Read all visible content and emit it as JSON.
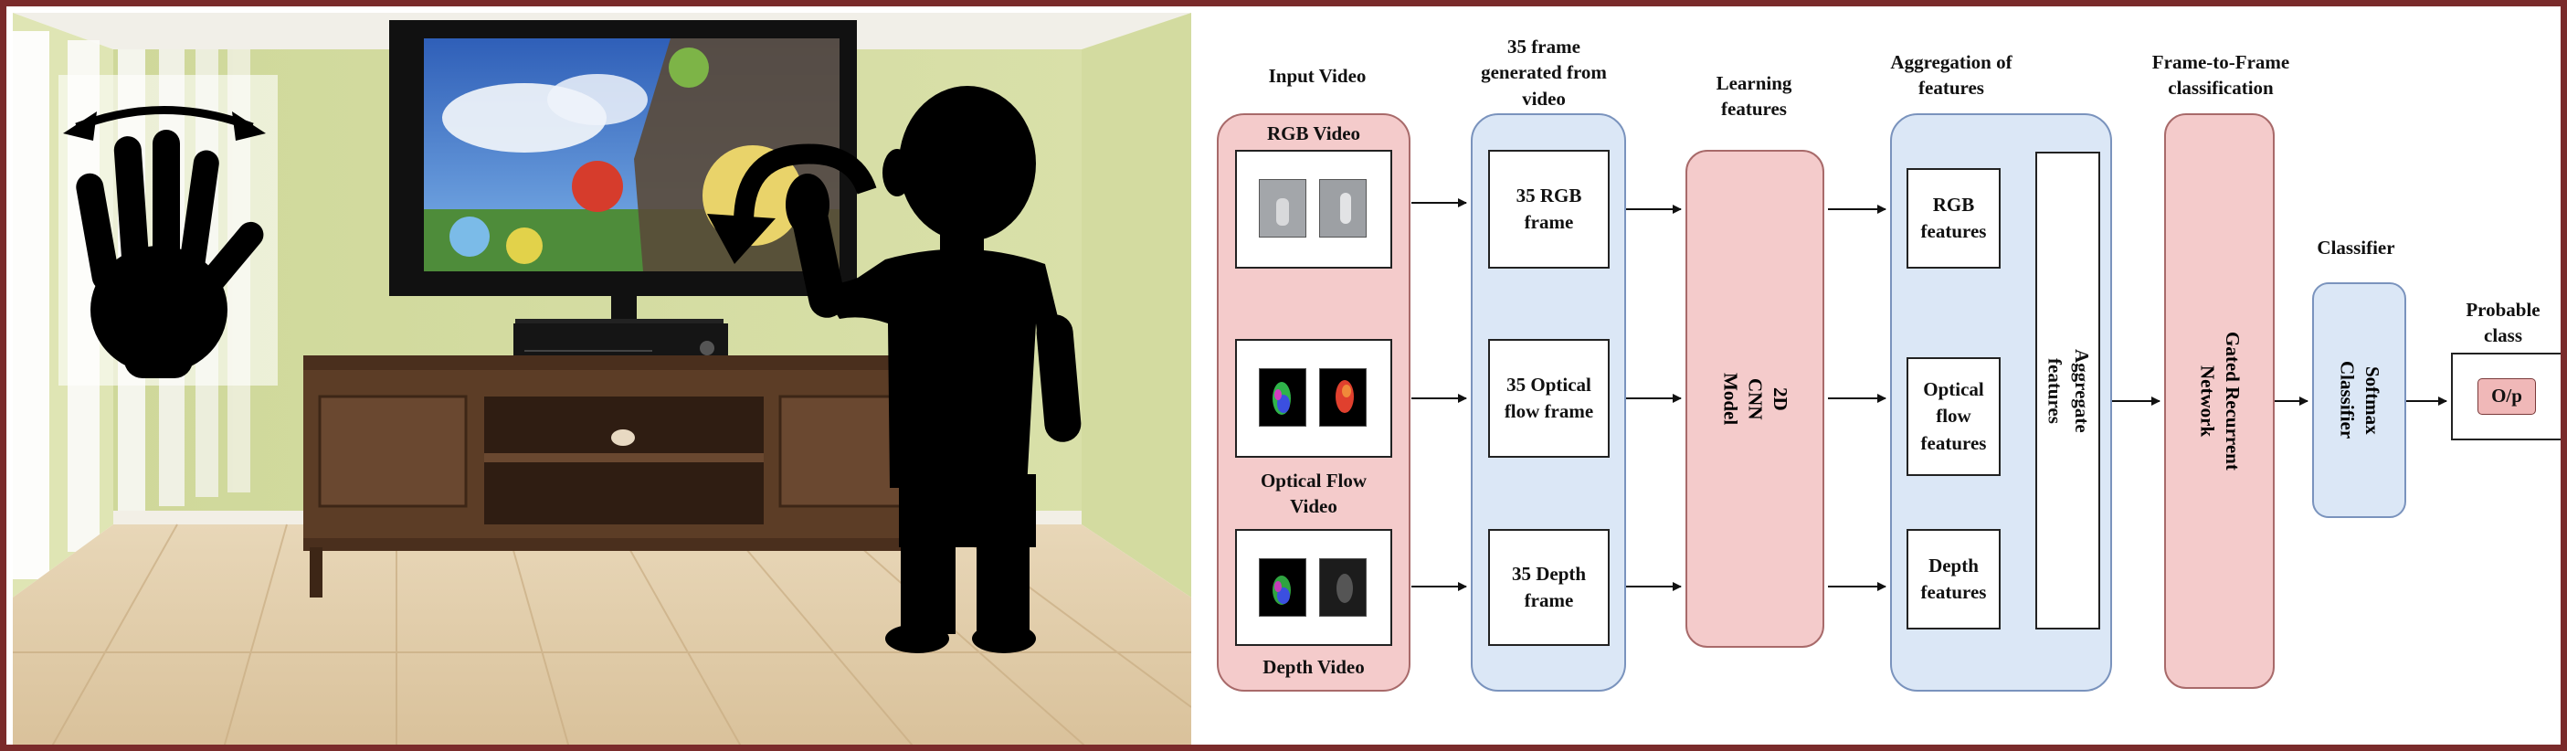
{
  "diagram": {
    "col_input_title": "Input Video",
    "rgb_video": "RGB Video",
    "optical_flow_video": "Optical Flow\nVideo",
    "depth_video": "Depth Video",
    "col_frames_title": "35 frame\ngenerated from\nvideo",
    "frame_rgb": "35 RGB\nframe",
    "frame_optical": "35 Optical\nflow frame",
    "frame_depth": "35 Depth\nframe",
    "col_learning_title": "Learning\nfeatures",
    "cnn_model": "2D\nCNN\nModel",
    "col_aggregation_title": "Aggregation of\nfeatures",
    "rgb_features": "RGB\nfeatures",
    "optical_features": "Optical\nflow\nfeatures",
    "depth_features": "Depth\nfeatures",
    "aggregate_features": "Aggregate\nfeatures",
    "col_frame2frame_title": "Frame-to-Frame\nclassification",
    "gru": "Gated Recurrent\nNetwork",
    "col_classifier_title": "Classifier",
    "softmax": "Softmax\nClassifier",
    "col_probable_title": "Probable\nclass",
    "output": "O/p"
  },
  "colors": {
    "frame_border": "#7a2b2b",
    "pink_fill": "#f4cbcb",
    "blue_fill": "#dbe7f6",
    "output_fill": "#f0b8b8"
  }
}
